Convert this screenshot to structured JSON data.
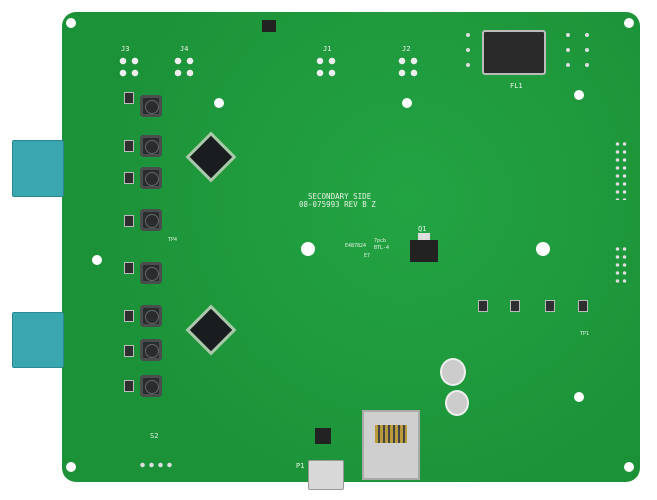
{
  "board": {
    "color": "#1e9a3c",
    "silkscreen": {
      "side": "SECONDARY SIDE",
      "part": "08-075993 REV B Z",
      "ul_mark": "E487824",
      "vendor": "7pcb",
      "line": "BTL-4",
      "code": "E7",
      "q1": "Q1",
      "fl1": "FL1",
      "j3": "J3",
      "j4": "J4",
      "j1": "J1",
      "j2": "J2",
      "tp4": "TP4",
      "tp1": "TP1",
      "p1": "P1",
      "s2": "S2"
    }
  }
}
